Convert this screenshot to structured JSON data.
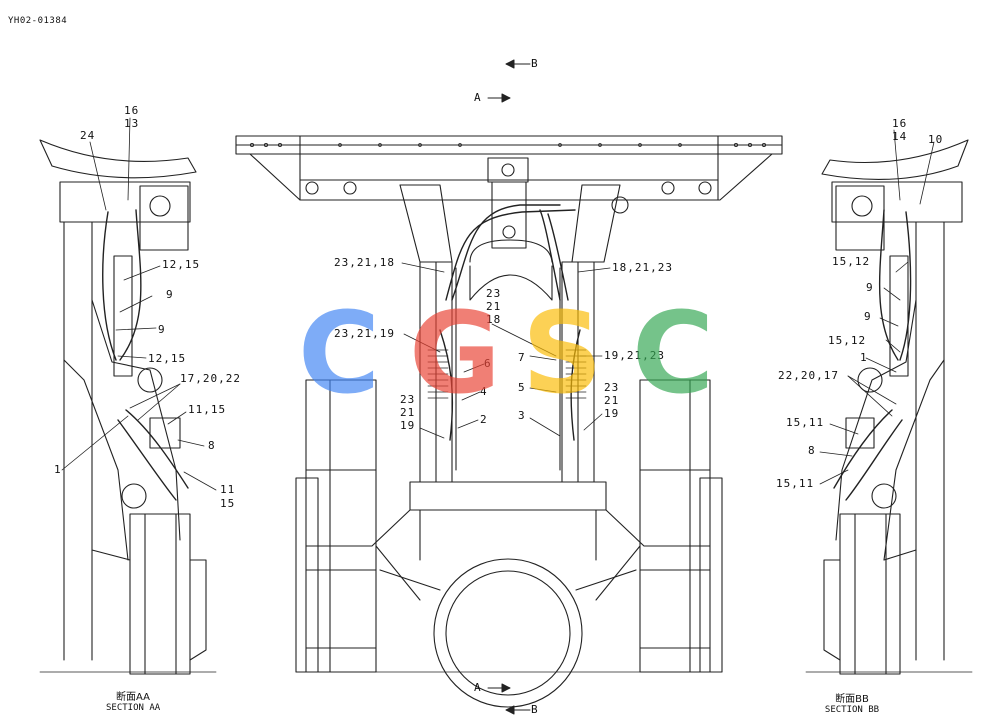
{
  "drawing_id": "YH02-01384",
  "section_marks": {
    "top_b": "B",
    "top_a": "A",
    "bottom_a": "A",
    "bottom_b": "B"
  },
  "captions": {
    "aa_jp": "断面AA",
    "aa_en": "SECTION AA",
    "bb_jp": "断面BB",
    "bb_en": "SECTION BB"
  },
  "callouts": {
    "left": {
      "c16": "16",
      "c13": "13",
      "c24": "24",
      "c12_15_top": "12,15",
      "c9_a": "9",
      "c9_b": "9",
      "c12_15_bot": "12,15",
      "c17_20_22": "17,20,22",
      "c11_15": "11,15",
      "c8": "8",
      "c1": "1",
      "c11": "11",
      "c15": "15"
    },
    "center": {
      "c23_21_18": "23,21,18",
      "c18_21_23": "18,21,23",
      "c23": "23",
      "c21": "21",
      "c18": "18",
      "c23_21_19": "23,21,19",
      "c6": "6",
      "c4": "4",
      "c2": "2",
      "c23_l": "23",
      "c21_l": "21",
      "c19_l": "19",
      "c7": "7",
      "c19_21_23": "19,21,23",
      "c5": "5",
      "c23_r": "23",
      "c21_r": "21",
      "c3": "3",
      "c19_r": "19"
    },
    "right": {
      "c16": "16",
      "c14": "14",
      "c10": "10",
      "c15_12_top": "15,12",
      "c9_a": "9",
      "c9_b": "9",
      "c15_12_bot": "15,12",
      "c1": "1",
      "c22_20_17": "22,20,17",
      "c15_11_top": "15,11",
      "c8": "8",
      "c15_11_bot": "15,11"
    }
  },
  "watermark": {
    "letters": [
      "C",
      "G",
      "S",
      "C"
    ],
    "colors": [
      "#4285F4",
      "#EA4335",
      "#FBBC05",
      "#34A853"
    ]
  }
}
